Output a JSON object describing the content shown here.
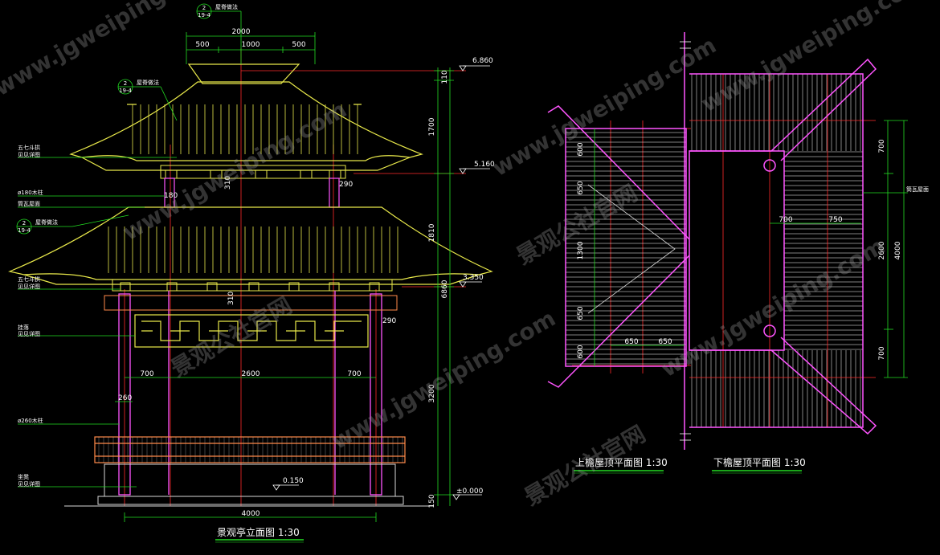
{
  "colors": {
    "background": "#000000",
    "roof": "#e8e84a",
    "column": "#ff55ff",
    "grid": "#ff2a2a",
    "dimension": "#22dd22",
    "base": "#ff8a4a",
    "plan_hatch": "#d8d8d8",
    "text": "#ffffff",
    "watermark": "#9a9a9a"
  },
  "elevation": {
    "title": "景观亭立面图 1:30",
    "top_dims": [
      "2000",
      "500",
      "1000",
      "500"
    ],
    "right_dims": [
      "110",
      "1700",
      "1810",
      "6860",
      "3200",
      "150"
    ],
    "mid_dims": {
      "upper_310": "310",
      "lower_310": "310",
      "upper_290": "290",
      "lower_290": "290",
      "upper_180": "180",
      "col_260": "260",
      "span_left": "700",
      "span_center": "2600",
      "span_right": "700",
      "bottom": "4000"
    },
    "levels": [
      "6.860",
      "5.160",
      "3.350",
      "0.150",
      "±0.000"
    ],
    "callouts": [
      {
        "num": "2",
        "sub": "19-4",
        "text": "屋脊做法"
      },
      {
        "num": "2",
        "sub": "19-4",
        "text": "屋脊做法"
      },
      {
        "num": "2",
        "sub": "19-4",
        "text": "屋脊做法"
      }
    ],
    "labels": {
      "bracket_upper": "五七斗拱",
      "bracket_upper_ref": "见见详图",
      "column_180": "ø180木柱",
      "roof_tile": "筒瓦屋面",
      "bracket_lower": "五七斗拱",
      "bracket_lower_ref": "见见详图",
      "railing": "挂落",
      "railing_ref": "见见详图",
      "column_260": "ø260木柱",
      "bench": "坐凳",
      "bench_ref": "见见详图"
    }
  },
  "upper_plan": {
    "title": "上檐屋顶平面图 1:30",
    "dims": [
      "600",
      "650",
      "1300",
      "650",
      "600",
      "650",
      "650"
    ]
  },
  "lower_plan": {
    "title": "下檐屋顶平面图 1:30",
    "dims": [
      "700",
      "750",
      "700",
      "2600",
      "4000",
      "700"
    ],
    "label": "筒瓦屋面"
  },
  "watermarks": [
    "www.jgweiping.com",
    "景观公社官网"
  ]
}
